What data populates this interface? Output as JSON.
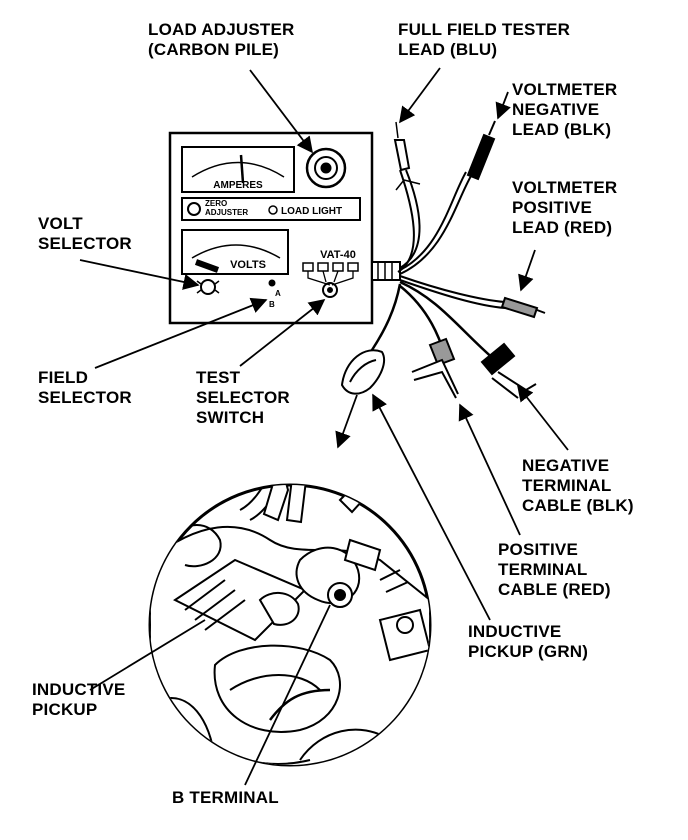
{
  "labels": {
    "load_adjuster": [
      "LOAD ADJUSTER",
      "(CARBON PILE)"
    ],
    "full_field_tester": [
      "FULL FIELD TESTER",
      "LEAD (BLU)"
    ],
    "voltmeter_negative": [
      "VOLTMETER",
      "NEGATIVE",
      "LEAD (BLK)"
    ],
    "voltmeter_positive": [
      "VOLTMETER",
      "POSITIVE",
      "LEAD (RED)"
    ],
    "volt_selector": [
      "VOLT",
      "SELECTOR"
    ],
    "field_selector": [
      "FIELD",
      "SELECTOR"
    ],
    "test_selector_switch": [
      "TEST",
      "SELECTOR",
      "SWITCH"
    ],
    "negative_terminal_cable": [
      "NEGATIVE",
      "TERMINAL",
      "CABLE (BLK)"
    ],
    "positive_terminal_cable": [
      "POSITIVE",
      "TERMINAL",
      "CABLE (RED)"
    ],
    "inductive_pickup_grn": [
      "INDUCTIVE",
      "PICKUP (GRN)"
    ],
    "inductive_pickup": [
      "INDUCTIVE",
      "PICKUP"
    ],
    "b_terminal": [
      "B TERMINAL"
    ]
  },
  "panel": {
    "amperes": "AMPERES",
    "volts": "VOLTS",
    "zero_adjuster": [
      "ZERO",
      "ADJUSTER"
    ],
    "load_light": "LOAD  LIGHT",
    "model": "VAT-40",
    "field_marks": [
      "A",
      "B"
    ]
  }
}
